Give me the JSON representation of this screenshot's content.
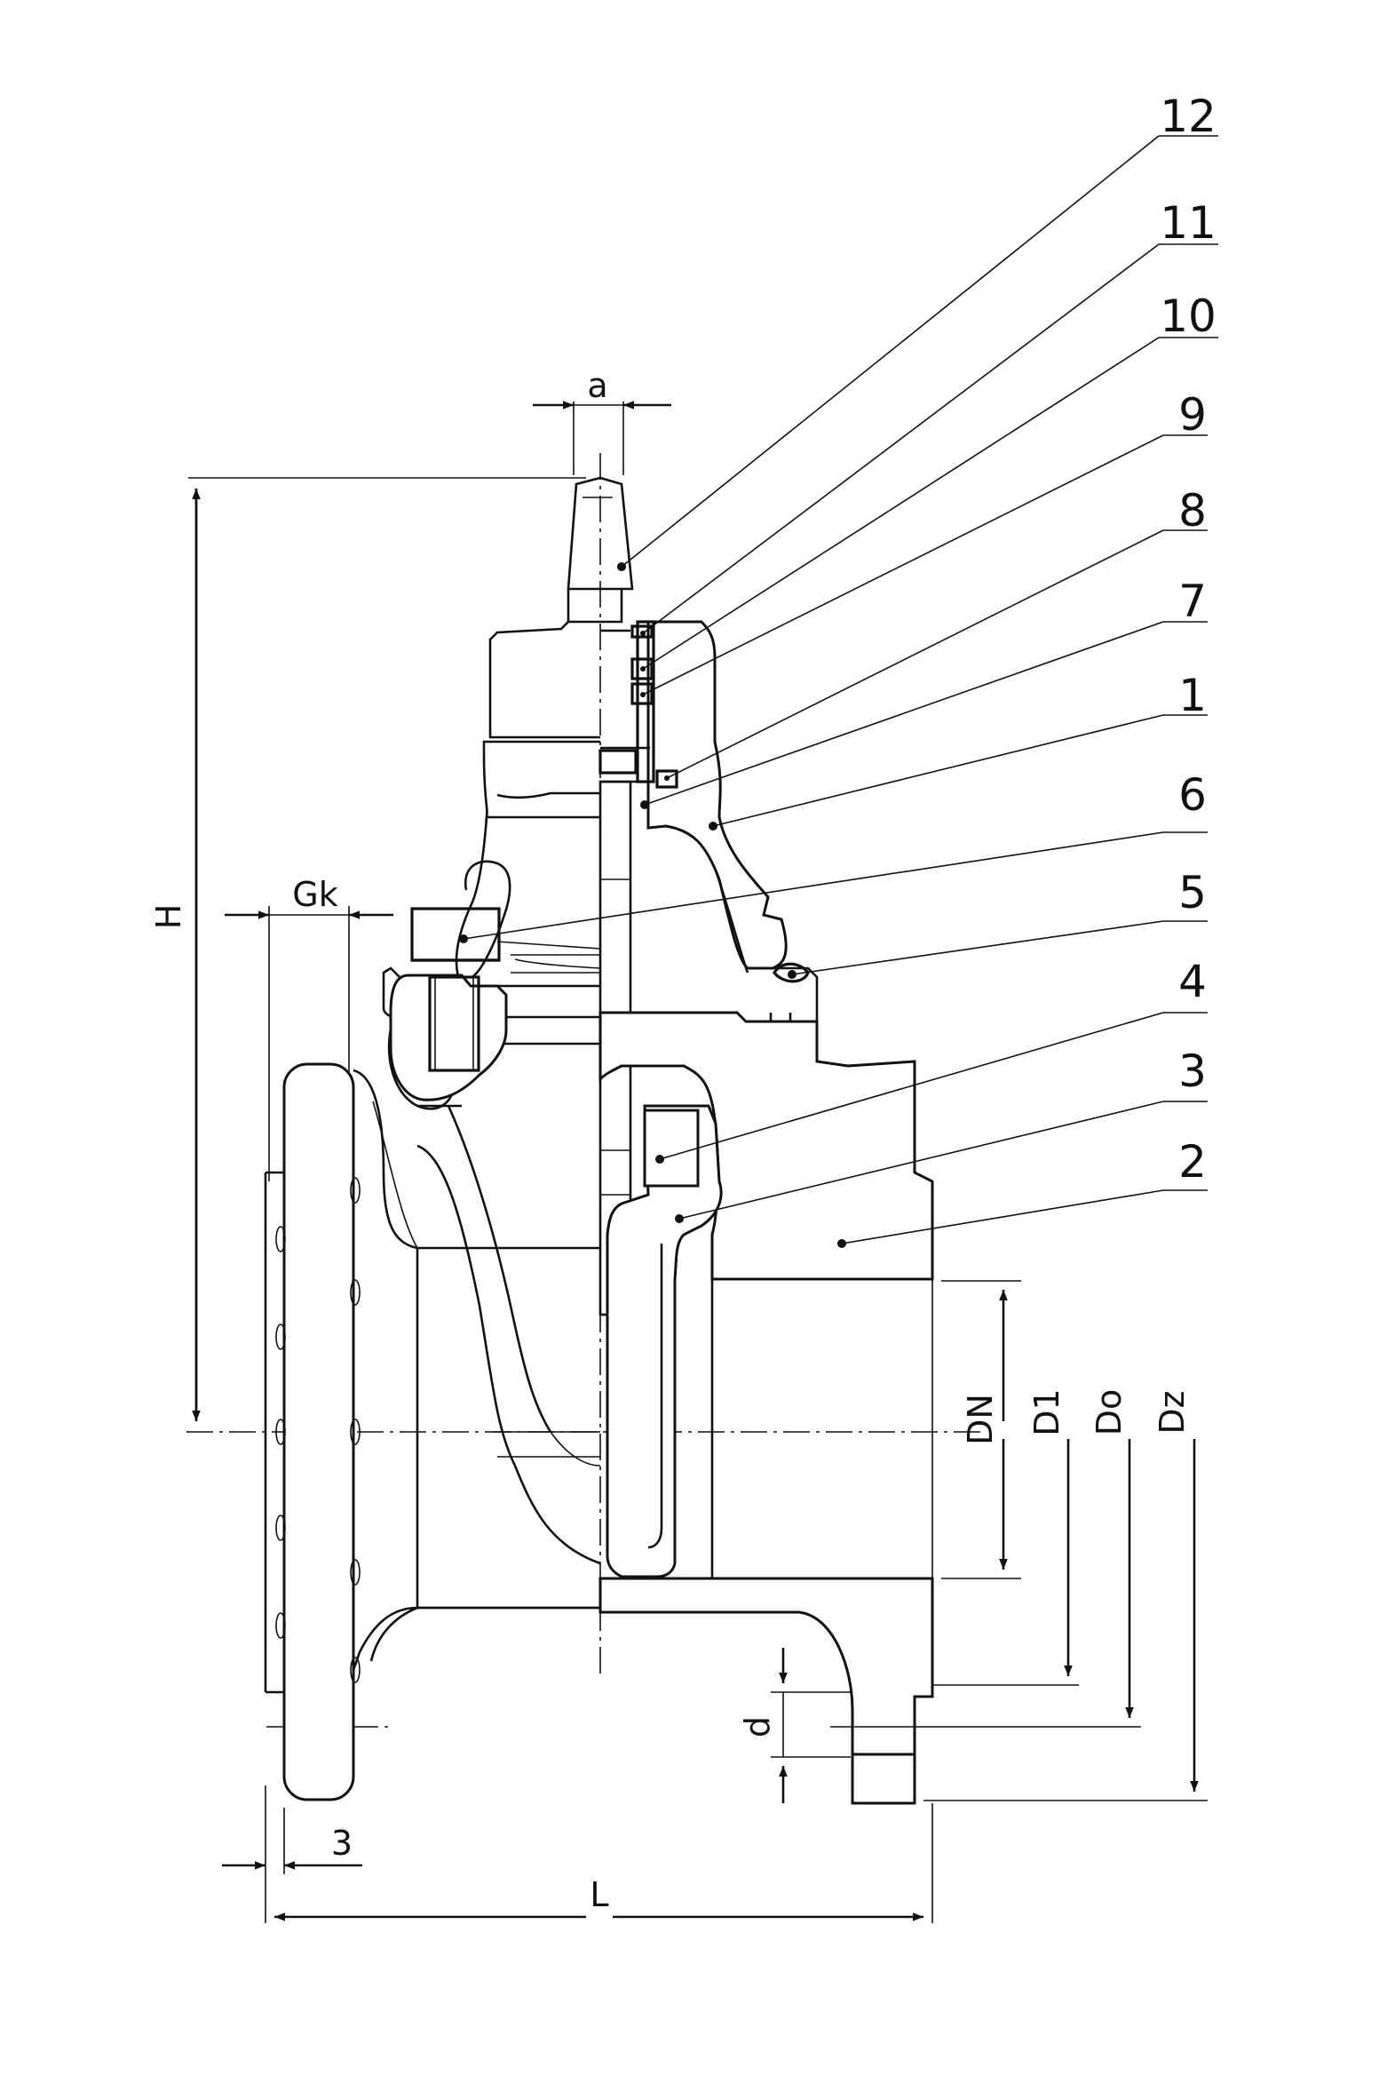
{
  "parts": [
    {
      "number": "12"
    },
    {
      "number": "11"
    },
    {
      "number": "10"
    },
    {
      "number": "9"
    },
    {
      "number": "8"
    },
    {
      "number": "7"
    },
    {
      "number": "1"
    },
    {
      "number": "6"
    },
    {
      "number": "5"
    },
    {
      "number": "4"
    },
    {
      "number": "3"
    },
    {
      "number": "2"
    }
  ],
  "dimensions": {
    "a": "a",
    "h": "H",
    "gk": "Gk",
    "dn": "DN",
    "d1": "D1",
    "do": "Do",
    "dz": "Dz",
    "d": "d",
    "three": "3",
    "l": "L"
  }
}
